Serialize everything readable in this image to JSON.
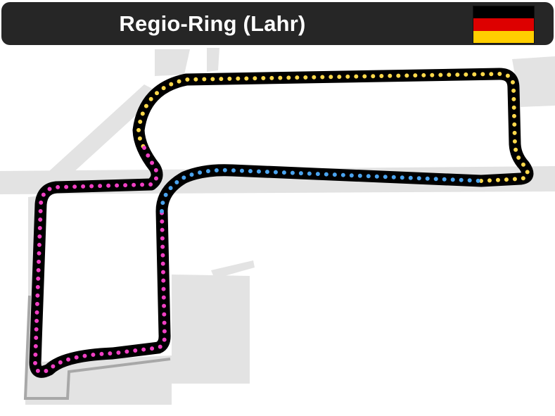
{
  "header": {
    "title": "Regio-Ring (Lahr)",
    "flag": {
      "country_icon": "germany-flag-icon",
      "stripes": [
        "#000000",
        "#dd0000",
        "#ffce00"
      ]
    }
  },
  "track": {
    "outline_color": "#000000",
    "surround_color": "#e3e3e3",
    "old_track_color": "#a8a8a8",
    "sectors": [
      {
        "id": "sector-1",
        "color": "#ffd84a"
      },
      {
        "id": "sector-2",
        "color": "#4aa3ee"
      },
      {
        "id": "sector-3",
        "color": "#f03fc3"
      }
    ]
  }
}
